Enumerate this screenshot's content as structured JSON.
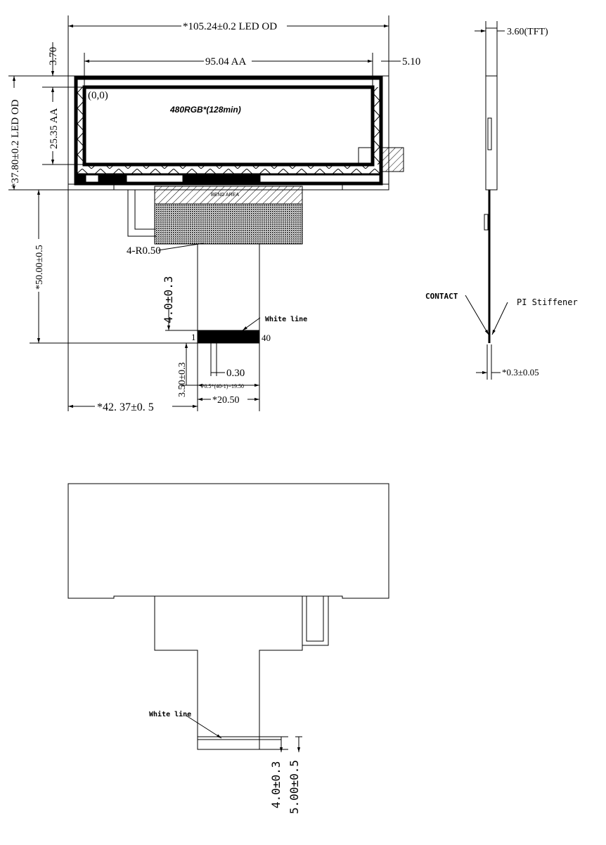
{
  "top_view": {
    "od_width": "*105.24±0.2 LED OD",
    "aa_width": "95.04 AA",
    "right_margin": "5.10",
    "top_margin": "3.70",
    "od_height": "*37.80±0.2 LED OD",
    "aa_height": "25.35 AA",
    "origin": "(0,0)",
    "resolution": "480RGB*(128min)",
    "bend_area": "BEND AREA",
    "corner_radius": "4-R0.50",
    "fpc_length": "*50.00±0.5",
    "stiffener_len": "4.0±0.3",
    "contact_len": "3.50±0.3",
    "white_line": "White line",
    "pin_first": "1",
    "pin_last": "40",
    "pin_width": "0.30",
    "pitch": "P0.5*(40-1)=19.50",
    "fpc_width": "*20.50",
    "fpc_offset": "*42. 37±0. 5"
  },
  "side_view": {
    "thickness": "3.60(TFT)",
    "contact": "CONTACT",
    "pi_stiffener": "PI Stiffener",
    "fpc_thickness": "*0.3±0.05"
  },
  "bottom_view": {
    "white_line": "White line",
    "dim_a": "4.0±0.3",
    "dim_b": "5.00±0.5"
  }
}
